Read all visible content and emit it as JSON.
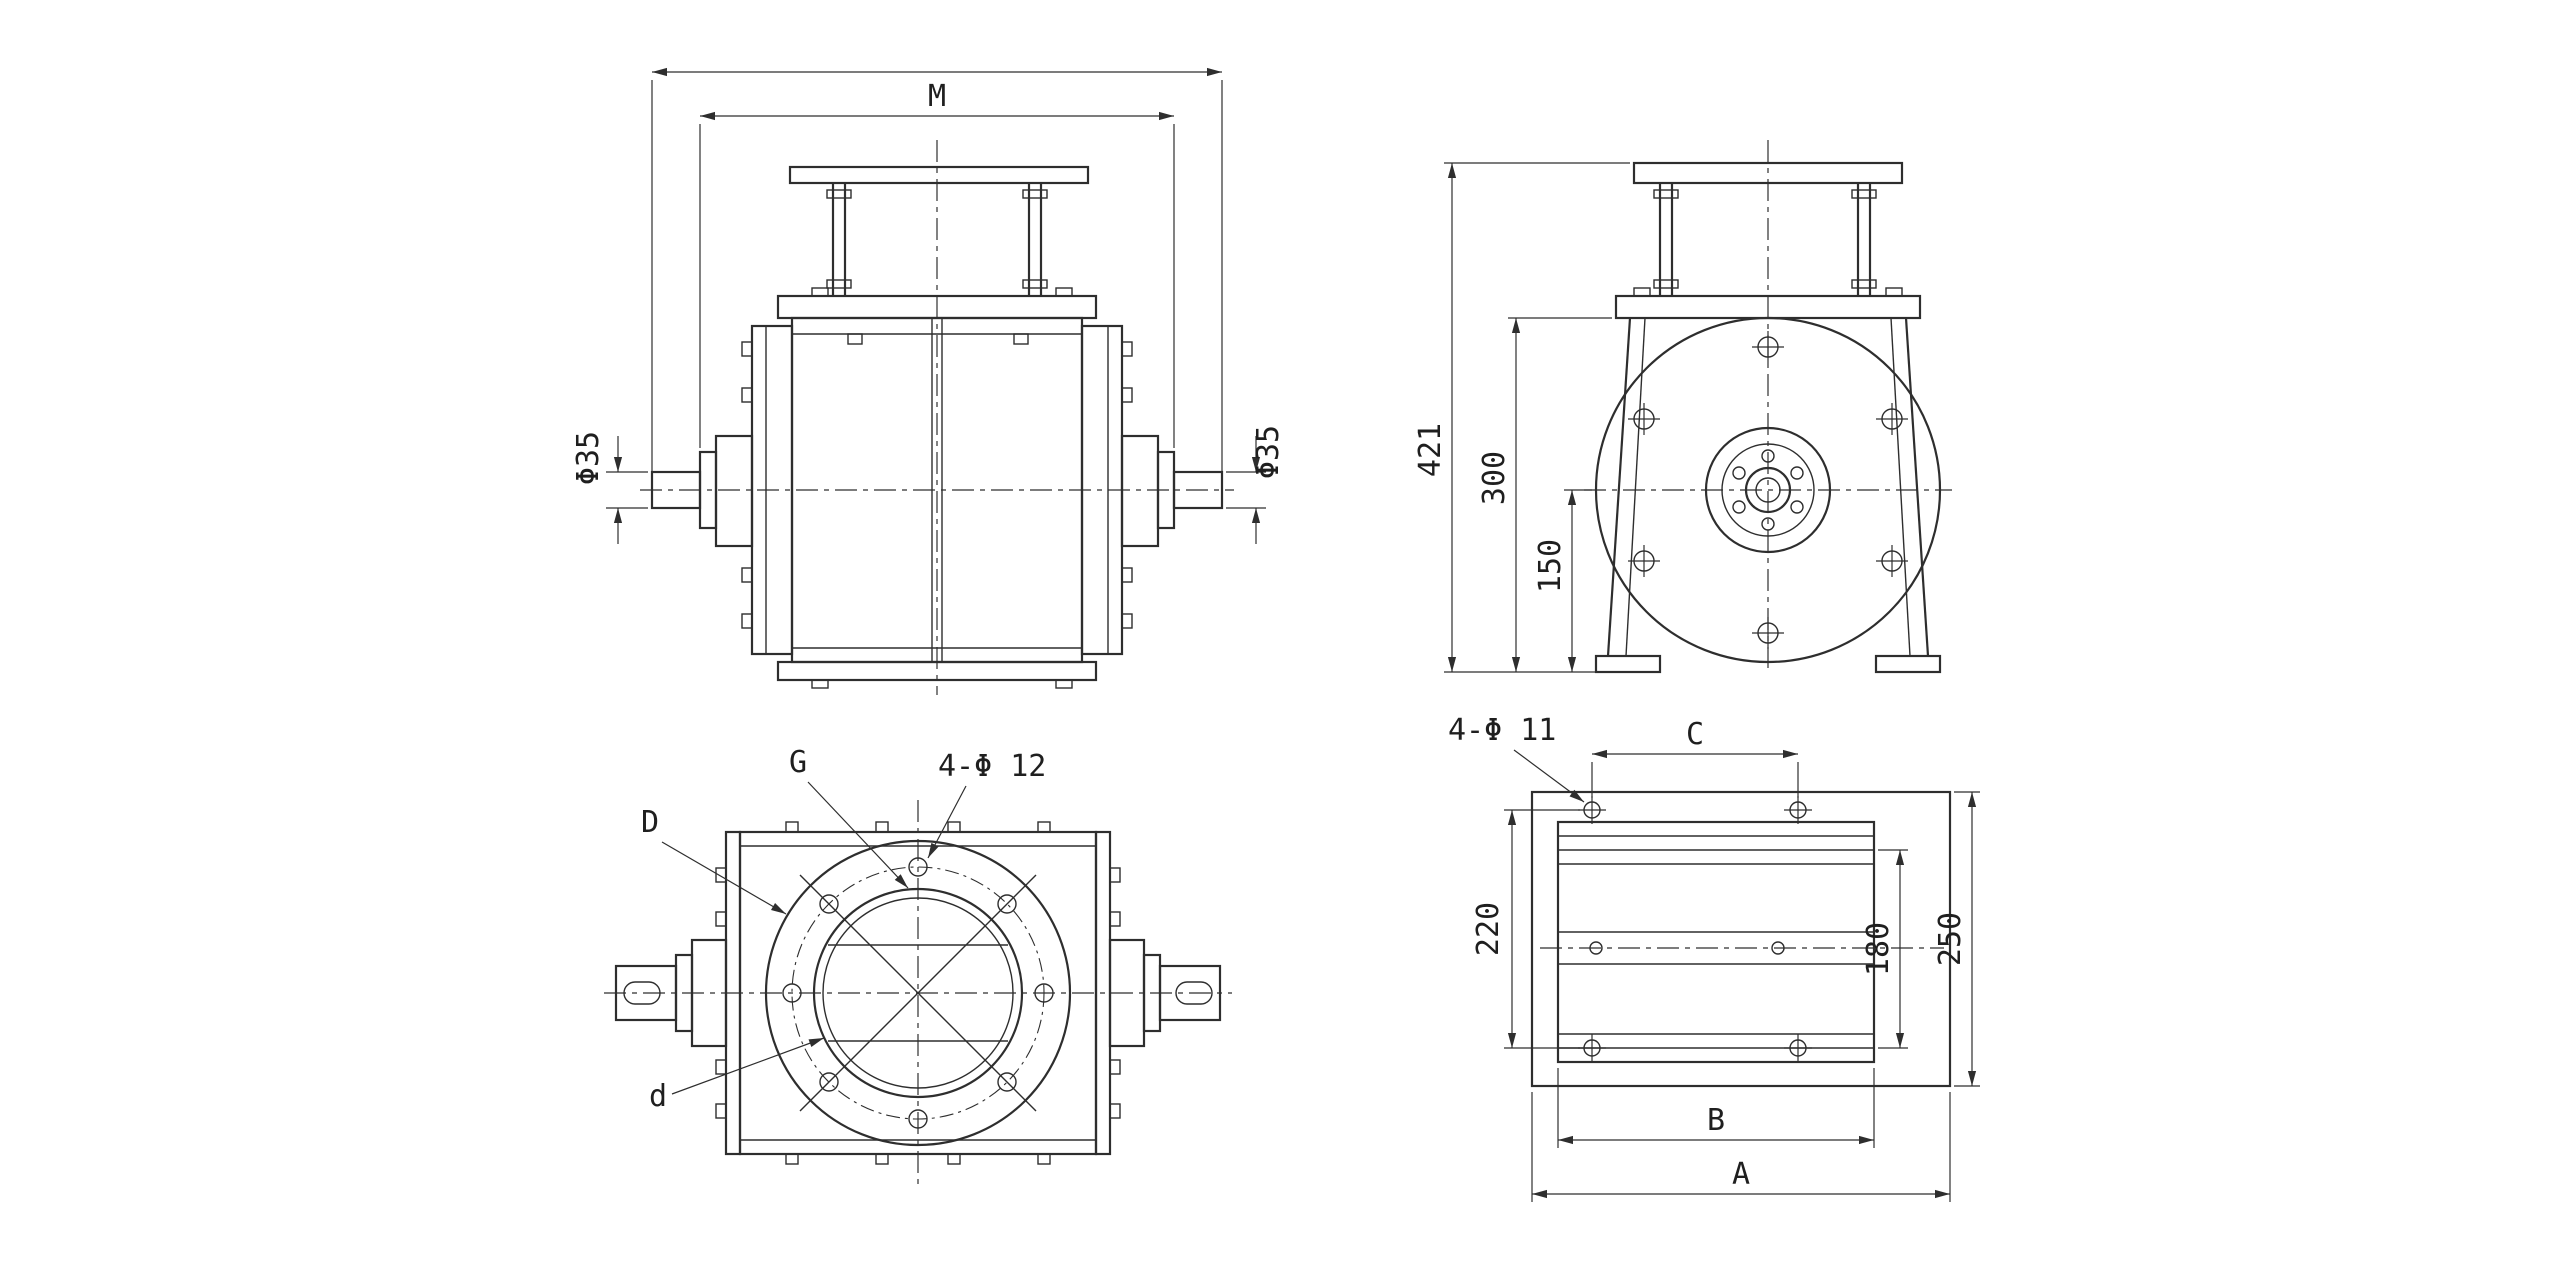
{
  "colors": {
    "background": "#ffffff",
    "line": "#2e2e2e",
    "text": "#1f1f1f"
  },
  "front_view": {
    "dim_m": "M",
    "dim_shaft_left": "Φ35",
    "dim_shaft_right": "Φ35"
  },
  "side_view": {
    "dim_total_height": "421",
    "dim_flange_height": "300",
    "dim_axis_height": "150"
  },
  "rotor_view": {
    "label_g": "G",
    "label_bolt_holes": "4-Φ 12",
    "label_big_d": "D",
    "label_small_d": "d"
  },
  "flange_view": {
    "label_bolt_holes": "4-Φ 11",
    "dim_c": "C",
    "dim_vertical_hole_span": "220",
    "dim_inner_depth": "180",
    "dim_outer_depth": "250",
    "dim_b": "B",
    "dim_a": "A"
  }
}
